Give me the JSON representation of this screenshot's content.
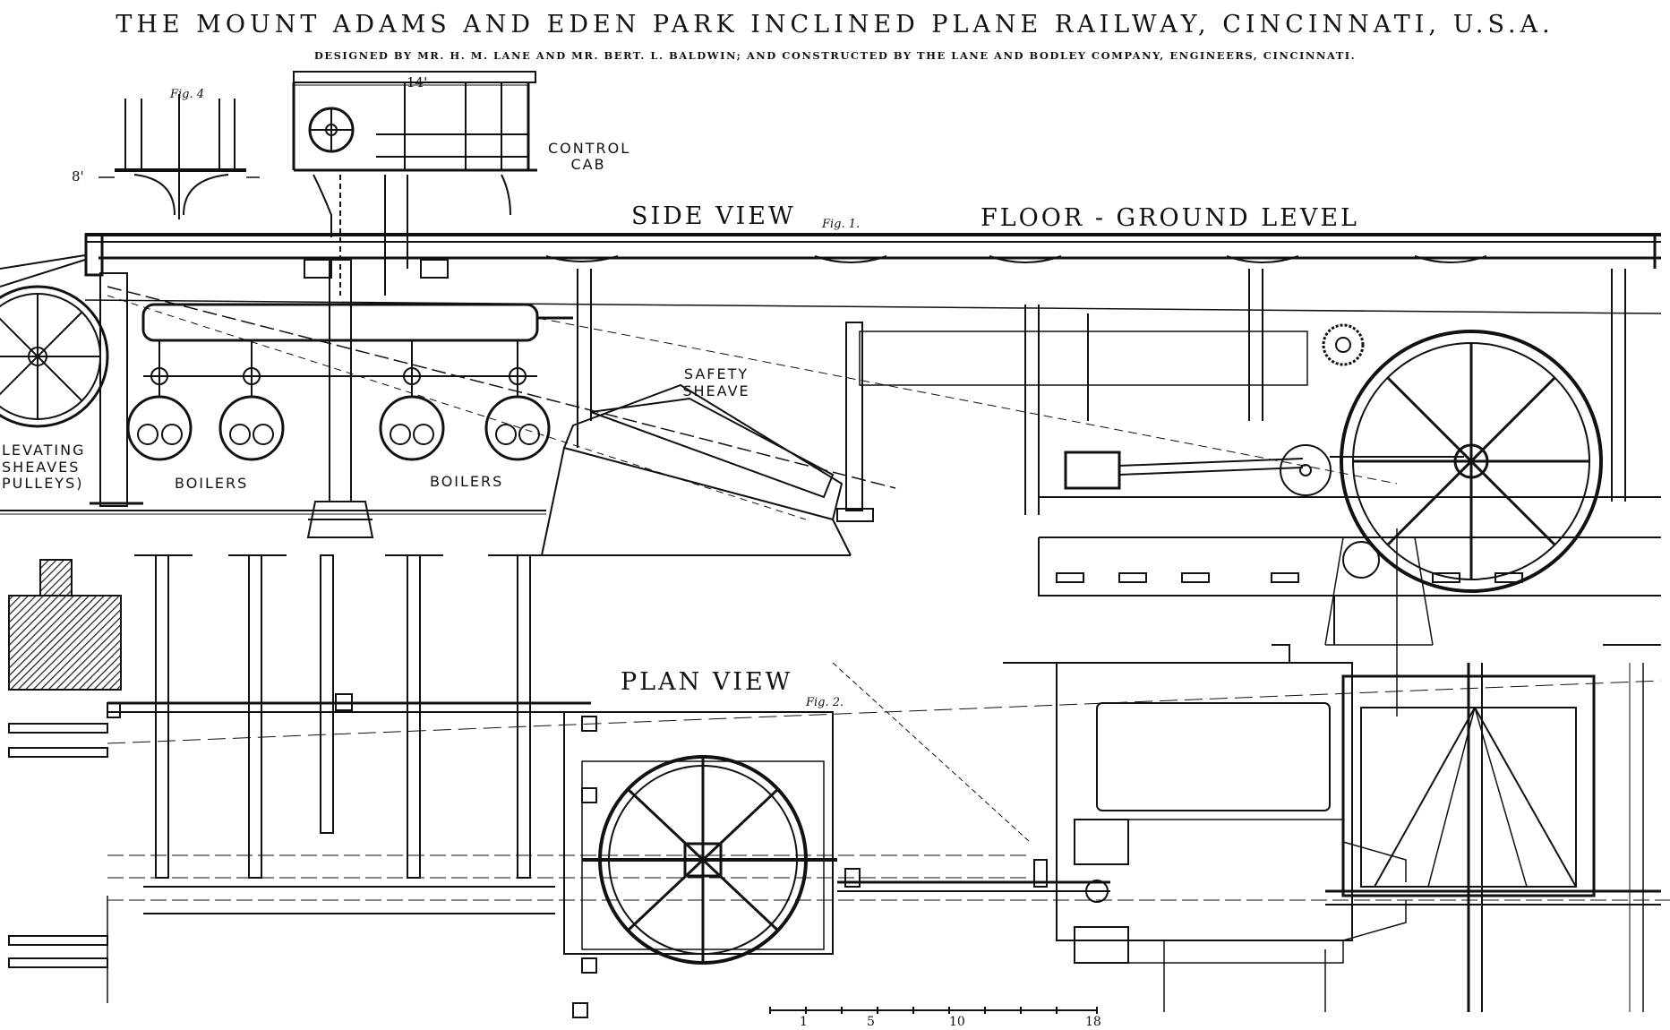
{
  "title": "THE MOUNT ADAMS AND EDEN PARK INCLINED PLANE RAILWAY, CINCINNATI, U.S.A.",
  "subtitle": "DESIGNED BY MR. H. M. LANE AND MR. BERT. L. BALDWIN; AND CONSTRUCTED BY THE LANE AND BODLEY COMPANY, ENGINEERS, CINCINNATI.",
  "labels": {
    "side_view": "SIDE VIEW",
    "fig1": "Fig. 1.",
    "floor_ground_level": "FLOOR - GROUND LEVEL",
    "control_cab_line1": "CONTROL",
    "control_cab_line2": "CAB",
    "fig4": "Fig. 4",
    "dim_14": "14'",
    "dim_8": "8'",
    "safety_sheave_line1": "SAFETY",
    "safety_sheave_line2": "SHEAVE",
    "elevating_line1": "LEVATING",
    "elevating_line2": "SHEAVES",
    "elevating_line3": "PULLEYS)",
    "boilers_left": "BOILERS",
    "boilers_right": "BOILERS",
    "plan_view": "PLAN VIEW",
    "fig2": "Fig. 2."
  },
  "scale_bar": {
    "ticks": [
      "1",
      "5",
      "10",
      "18"
    ]
  },
  "colors": {
    "ink": "#111111",
    "paper": "#ffffff",
    "hatch": "#333333"
  }
}
